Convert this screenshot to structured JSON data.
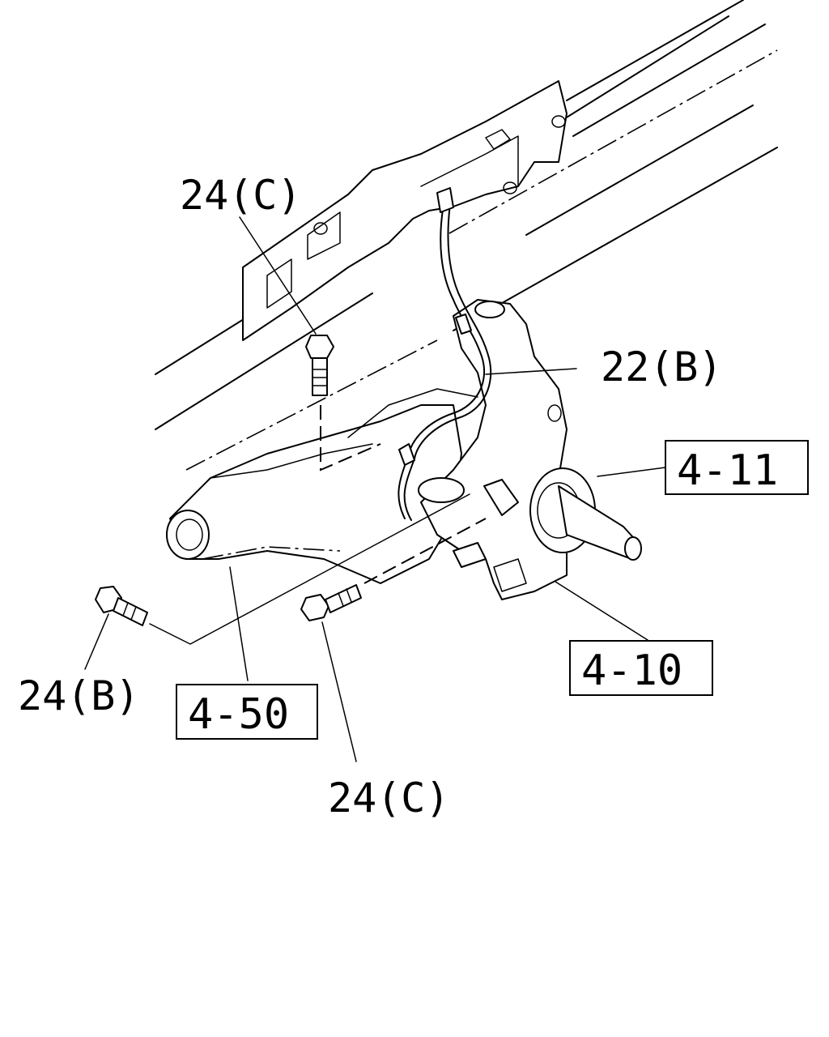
{
  "diagram": {
    "callouts": {
      "bolt_upper": "24(C)",
      "harness": "22(B)",
      "bolt_left": "24(B)",
      "bolt_lower": "24(C)"
    },
    "ref_boxes": {
      "hub": "4-11",
      "knuckle": "4-10",
      "arm": "4-50"
    }
  }
}
